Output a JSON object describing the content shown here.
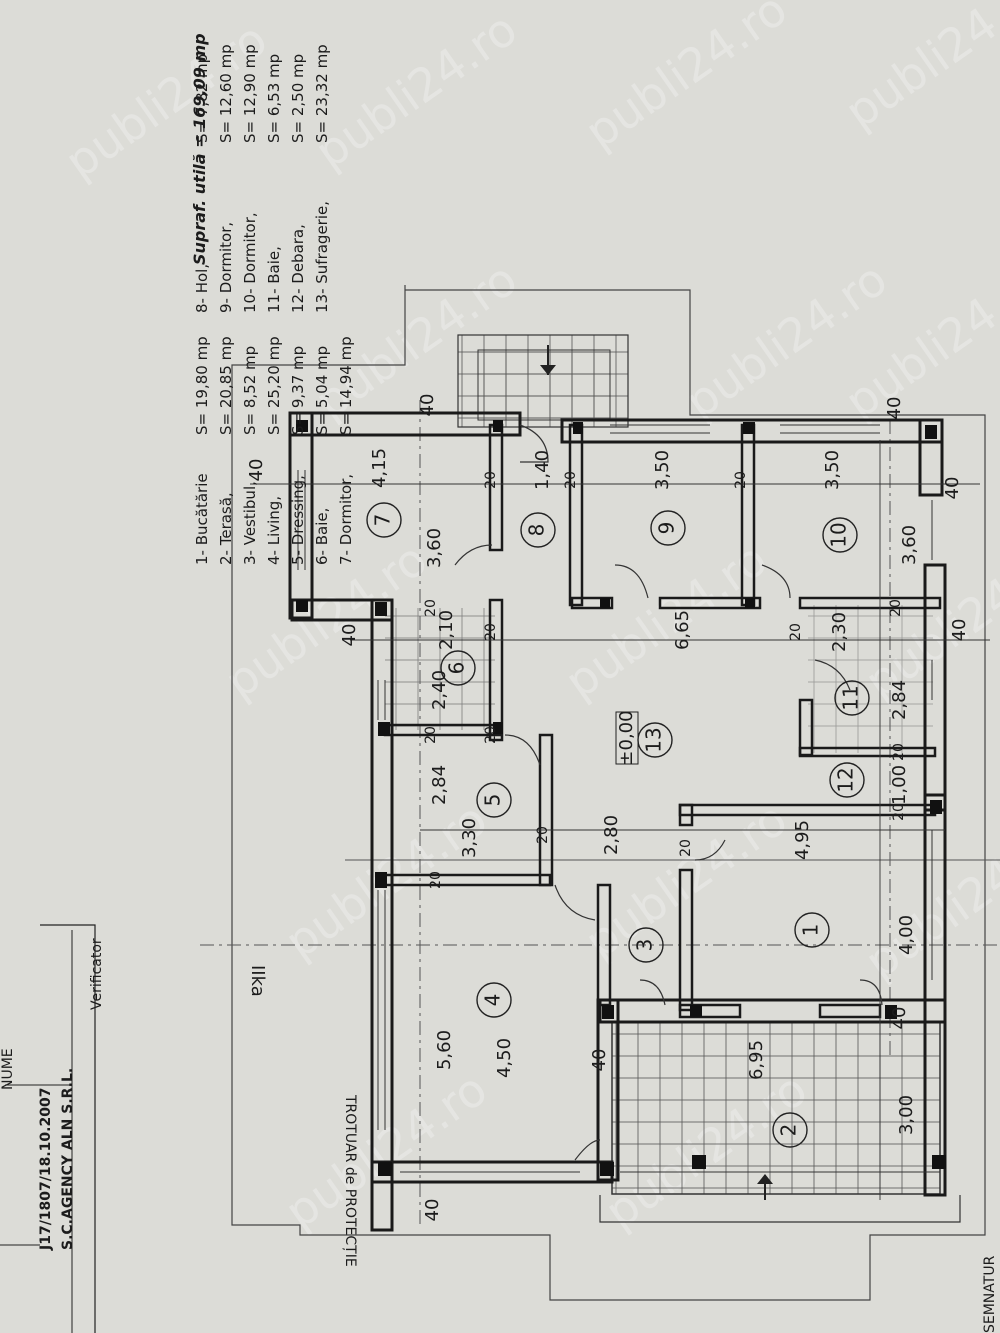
{
  "legend": {
    "col1": [
      {
        "name": "1- Bucătărie",
        "area": "S= 19,80 mp"
      },
      {
        "name": "2- Terasă,",
        "area": "S= 20,85 mp"
      },
      {
        "name": "3- Vestibul,",
        "area": "S=  8,52 mp"
      },
      {
        "name": "4- Living,",
        "area": "S= 25,20 mp"
      },
      {
        "name": "5- Dressing,",
        "area": "S=  9,37 mp"
      },
      {
        "name": "6- Baie,",
        "area": "S=  5,04 mp"
      },
      {
        "name": "7- Dormitor,",
        "area": "S= 14,94 mp"
      }
    ],
    "col2": [
      {
        "name": "8- Hol,",
        "area": "S=  7,82 mp"
      },
      {
        "name": "9- Dormitor,",
        "area": "S= 12,60 mp"
      },
      {
        "name": "10- Dormitor,",
        "area": "S= 12,90 mp"
      },
      {
        "name": "11- Baie,",
        "area": "S=  6,53 mp"
      },
      {
        "name": "12- Debara,",
        "area": "S=  2,50 mp"
      },
      {
        "name": "13- Sufragerie,",
        "area": "S= 23,32 mp"
      }
    ],
    "total": "Supraf. utilă = 169,09 mp"
  },
  "rooms": [
    {
      "num": "1"
    },
    {
      "num": "2"
    },
    {
      "num": "3"
    },
    {
      "num": "4"
    },
    {
      "num": "5"
    },
    {
      "num": "6"
    },
    {
      "num": "7"
    },
    {
      "num": "8"
    },
    {
      "num": "9"
    },
    {
      "num": "10"
    },
    {
      "num": "11"
    },
    {
      "num": "12"
    },
    {
      "num": "13"
    }
  ],
  "dimensions": {
    "d_415": "4,15",
    "d_140": "1,40",
    "d_350a": "3,50",
    "d_350b": "3,50",
    "d_360a": "3,60",
    "d_360b": "3,60",
    "d_665": "6,65",
    "d_210": "2,10",
    "d_240": "2,40",
    "d_230": "2,30",
    "d_284a": "2,84",
    "d_284b": "2,84",
    "d_100": "1,00",
    "d_330": "3,30",
    "d_280": "2,80",
    "d_495": "4,95",
    "d_400": "4,00",
    "d_560": "5,60",
    "d_450": "4,50",
    "d_695": "6,95",
    "d_300": "3,00",
    "level": "±0,00",
    "w40": "40",
    "w20": "20"
  },
  "labels": {
    "sidewalk": "TROTUAR de PROTECȚIE",
    "axis_mark": "IIka"
  },
  "stamp": {
    "verifier_label": "Verificator",
    "company": "S.C.AGENCY ALN S.R.L.",
    "registration": "J17/1807/18.10.2007",
    "name_label": "NUME",
    "signature_label": "SEMNATUR"
  },
  "watermark": "publi24.ro"
}
